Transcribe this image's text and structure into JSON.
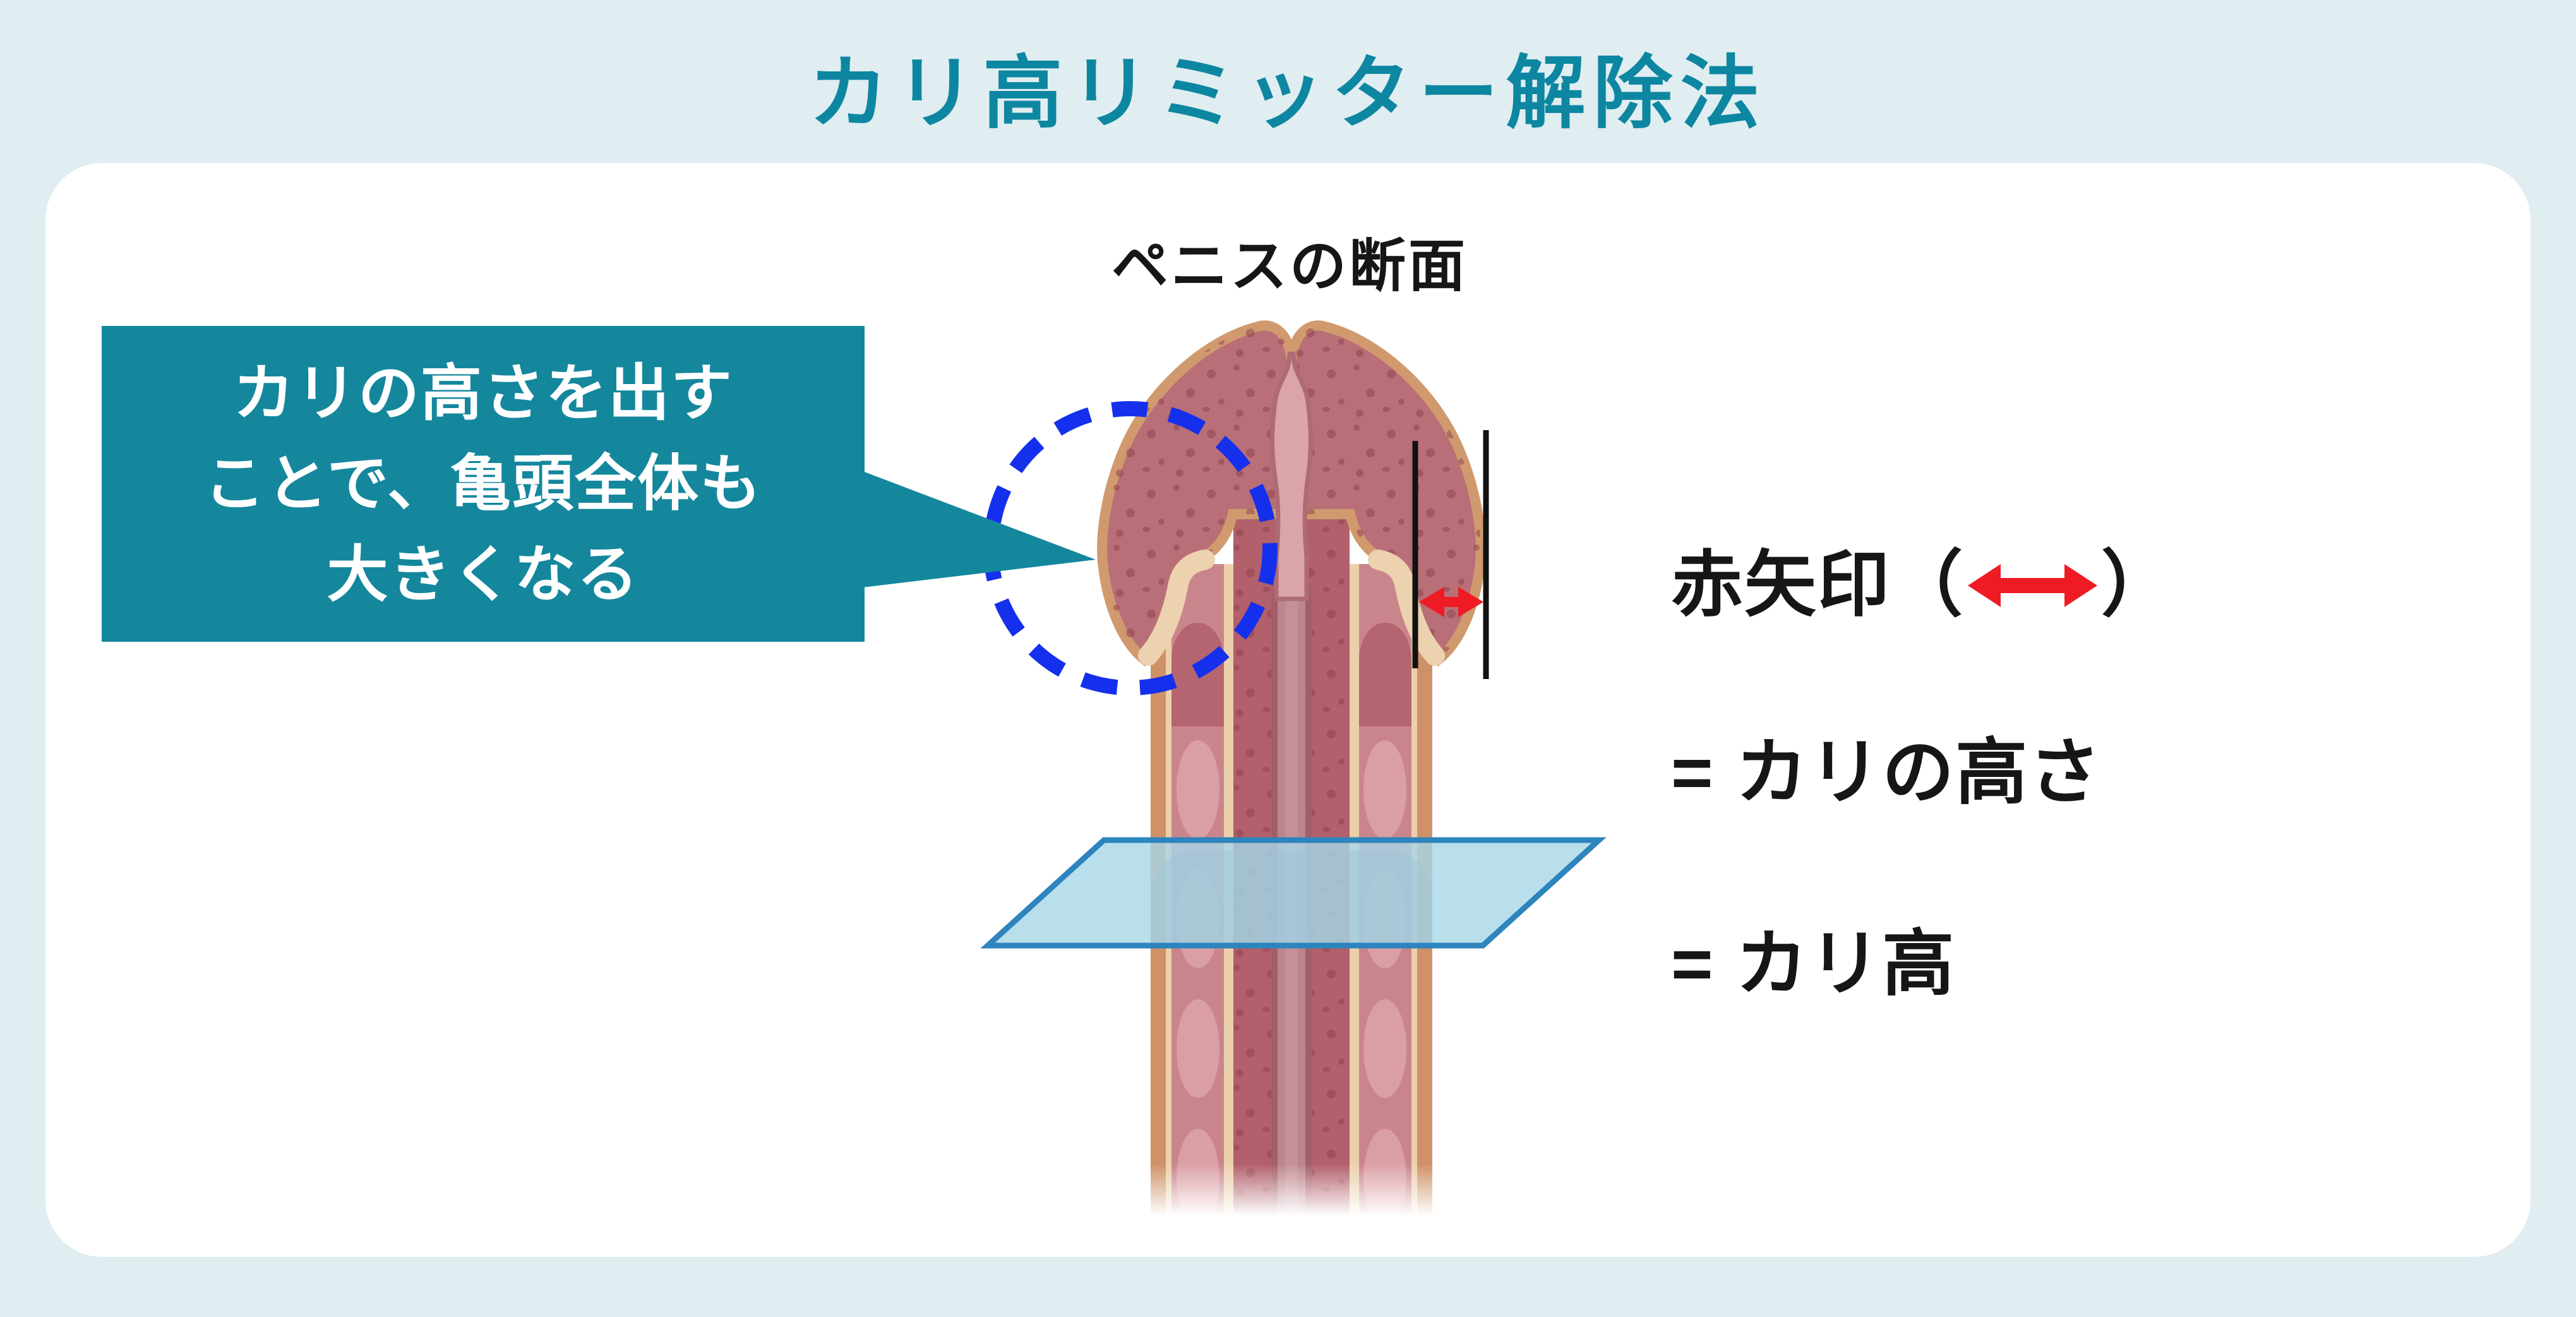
{
  "title": "カリ高リミッター解除法",
  "diagram": {
    "section_label": "ペニスの断面",
    "callout": "カリの高さを出す\nことで、亀頭全体も\n大きくなる",
    "legend": {
      "red_arrow_prefix": "赤矢印（",
      "red_arrow_suffix": "）",
      "equals_height": "= カリの高さ",
      "equals_karitaka": "= カリ高"
    }
  },
  "colors": {
    "background": "#E0EDF1",
    "card": "#FFFFFF",
    "title_teal": "#0D87A1",
    "callout_teal": "#14879D",
    "highlight_blue": "#1530EC",
    "plane_fill": "#A7D7E9",
    "plane_stroke": "#2E84BD",
    "arrow_red": "#EE1B24",
    "text_black": "#161616"
  }
}
